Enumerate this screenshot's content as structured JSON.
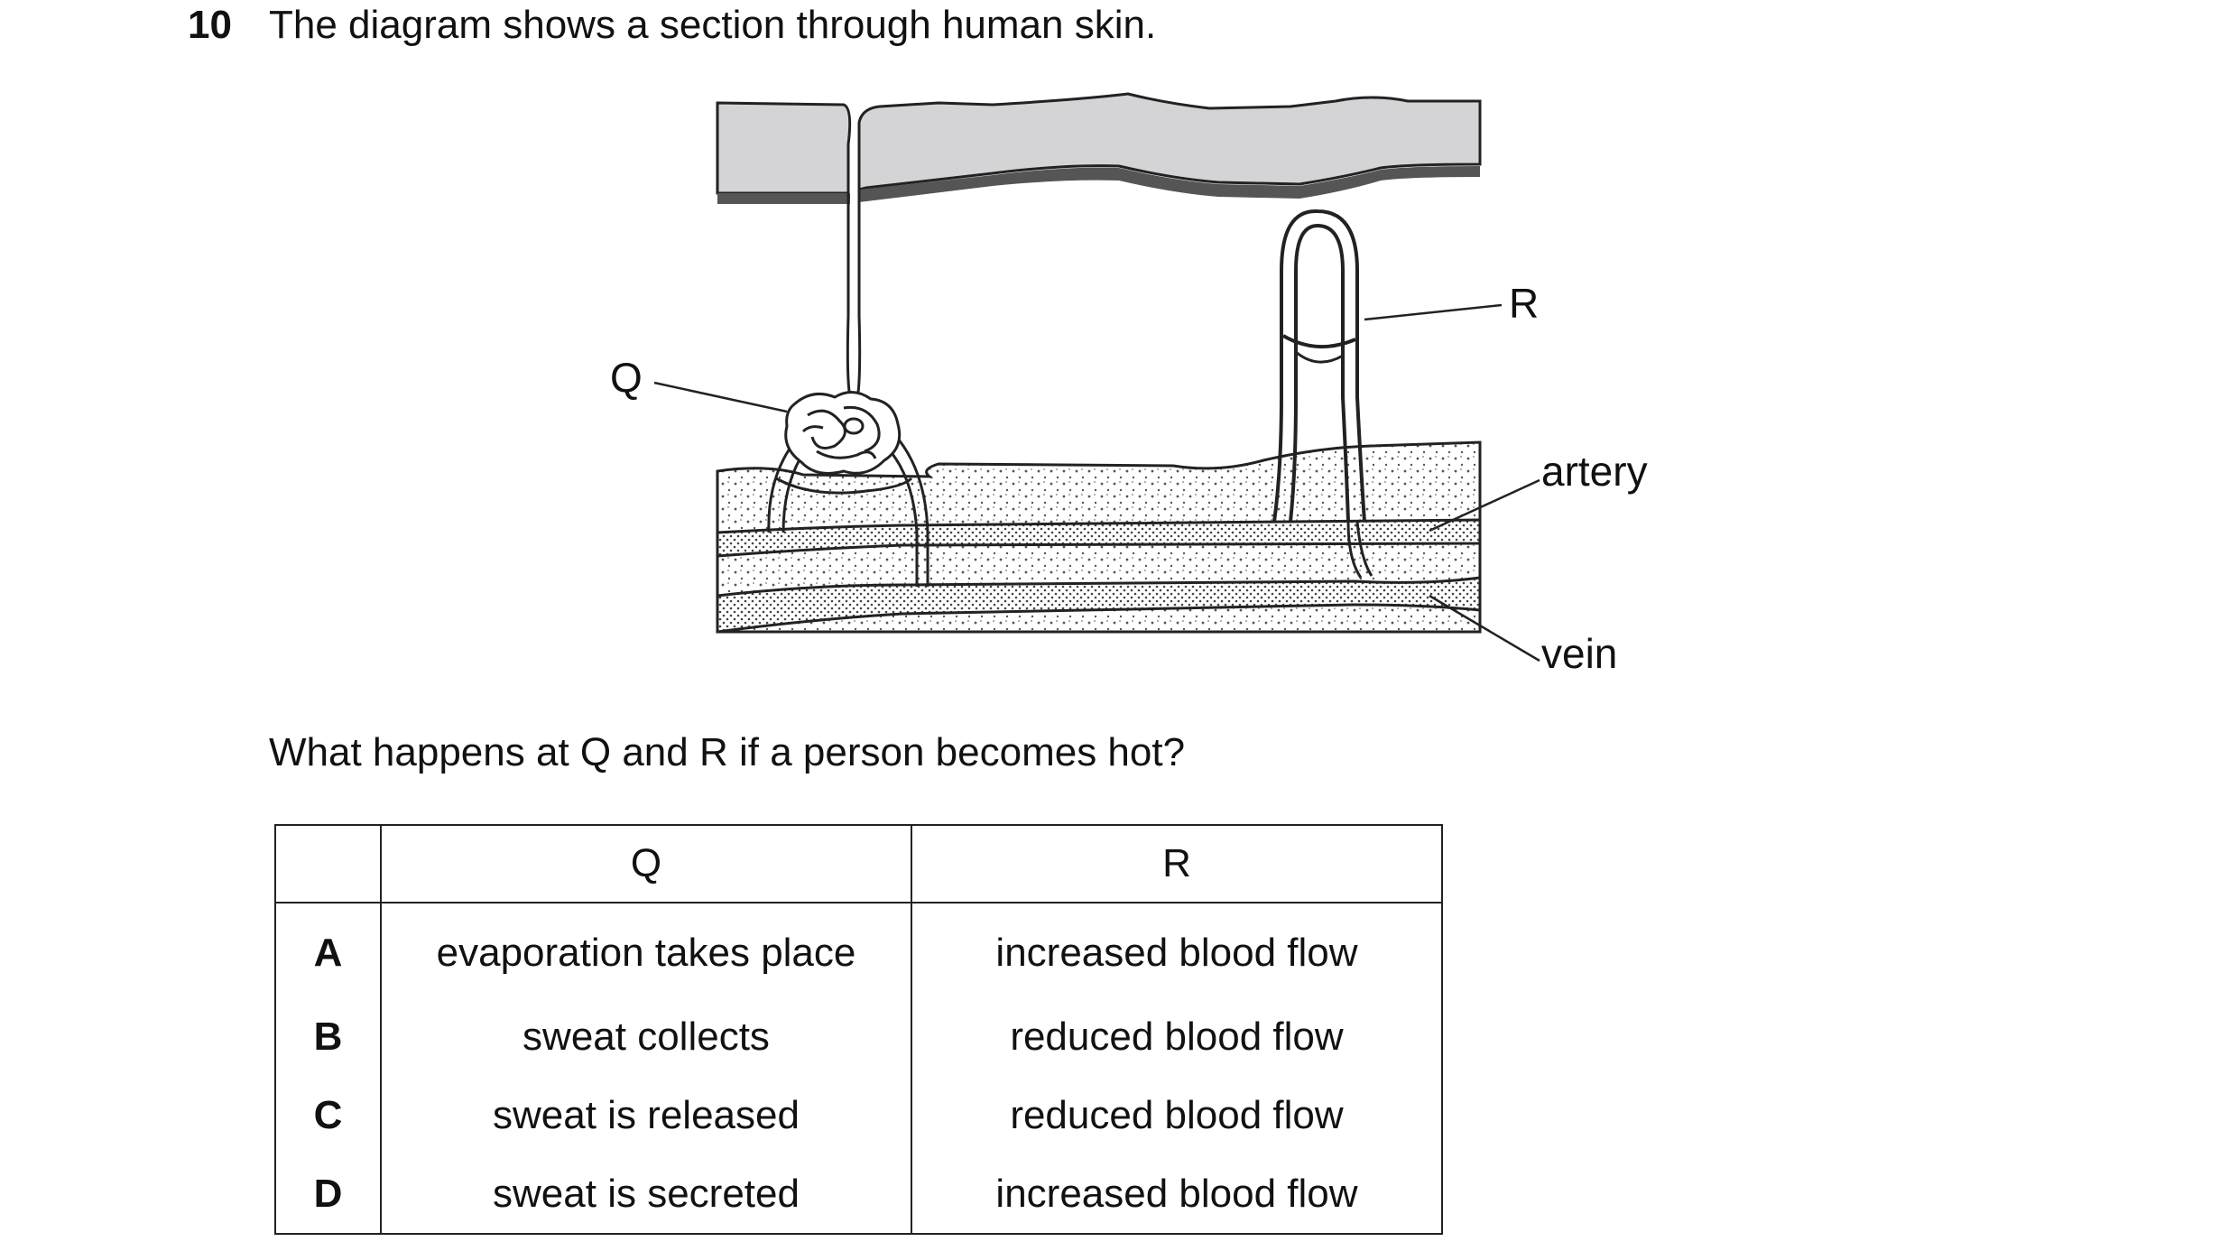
{
  "question": {
    "number": "10",
    "text": "The diagram shows a section through human skin.",
    "prompt": "What happens at Q and R if a person becomes hot?"
  },
  "diagram": {
    "labels": {
      "q": "Q",
      "r": "R",
      "artery": "artery",
      "vein": "vein"
    }
  },
  "table": {
    "headers": [
      "",
      "Q",
      "R"
    ],
    "rows": [
      {
        "letter": "A",
        "q": "evaporation takes place",
        "r": "increased blood flow"
      },
      {
        "letter": "B",
        "q": "sweat collects",
        "r": "reduced blood flow"
      },
      {
        "letter": "C",
        "q": "sweat is released",
        "r": "reduced blood flow"
      },
      {
        "letter": "D",
        "q": "sweat is secreted",
        "r": "increased blood flow"
      }
    ]
  }
}
